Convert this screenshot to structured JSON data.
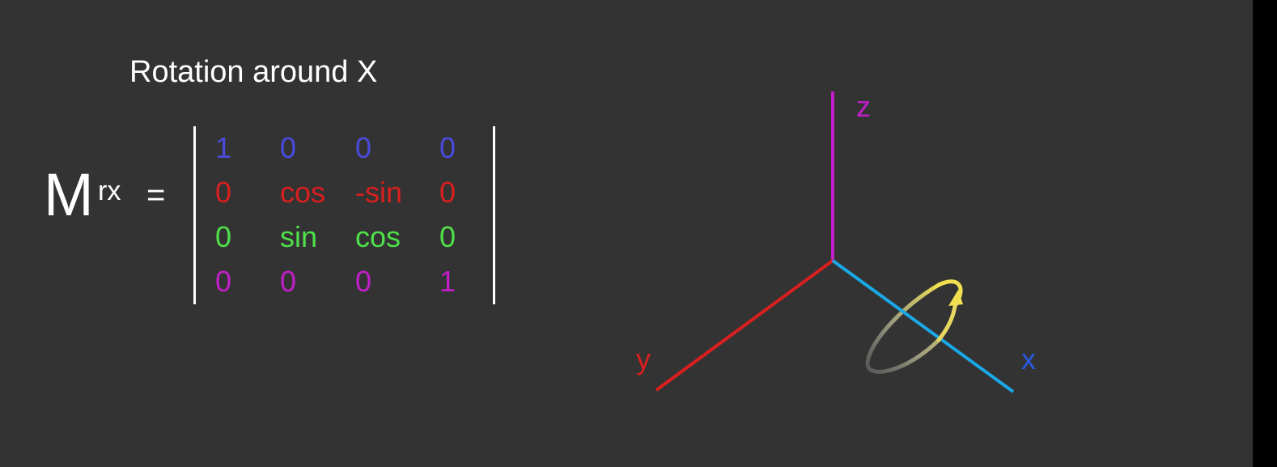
{
  "title": "Rotation around X",
  "matrix_name": "M",
  "matrix_superscript": "rx",
  "equals": "=",
  "matrix_rows": [
    {
      "color": "#4a4adf",
      "cells": [
        "1",
        "0",
        "0",
        "0"
      ]
    },
    {
      "color": "#d91f1f",
      "cells": [
        "0",
        "cos",
        "-sin",
        "0"
      ]
    },
    {
      "color": "#4fe04a",
      "cells": [
        "0",
        "sin",
        "cos",
        "0"
      ]
    },
    {
      "color": "#c21ec9",
      "cells": [
        "0",
        "0",
        "0",
        "1"
      ]
    }
  ],
  "axes": {
    "z": {
      "label": "z",
      "color": "#c21ec9"
    },
    "y": {
      "label": "y",
      "color": "#d91f1f"
    },
    "x": {
      "label": "x",
      "color": "#1aa8e6",
      "label_color": "#2a5ae0"
    }
  },
  "rotation_arrow_color": "#f0e050"
}
